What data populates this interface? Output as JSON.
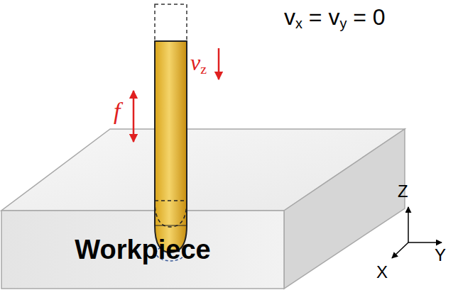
{
  "diagram": {
    "nodes": [
      {
        "text": [
          "Workpiece"
        ]
      }
    ],
    "labels": [
      "vx = vy = 0",
      "f",
      "vz",
      "Z",
      "Y",
      "X"
    ]
  }
}
